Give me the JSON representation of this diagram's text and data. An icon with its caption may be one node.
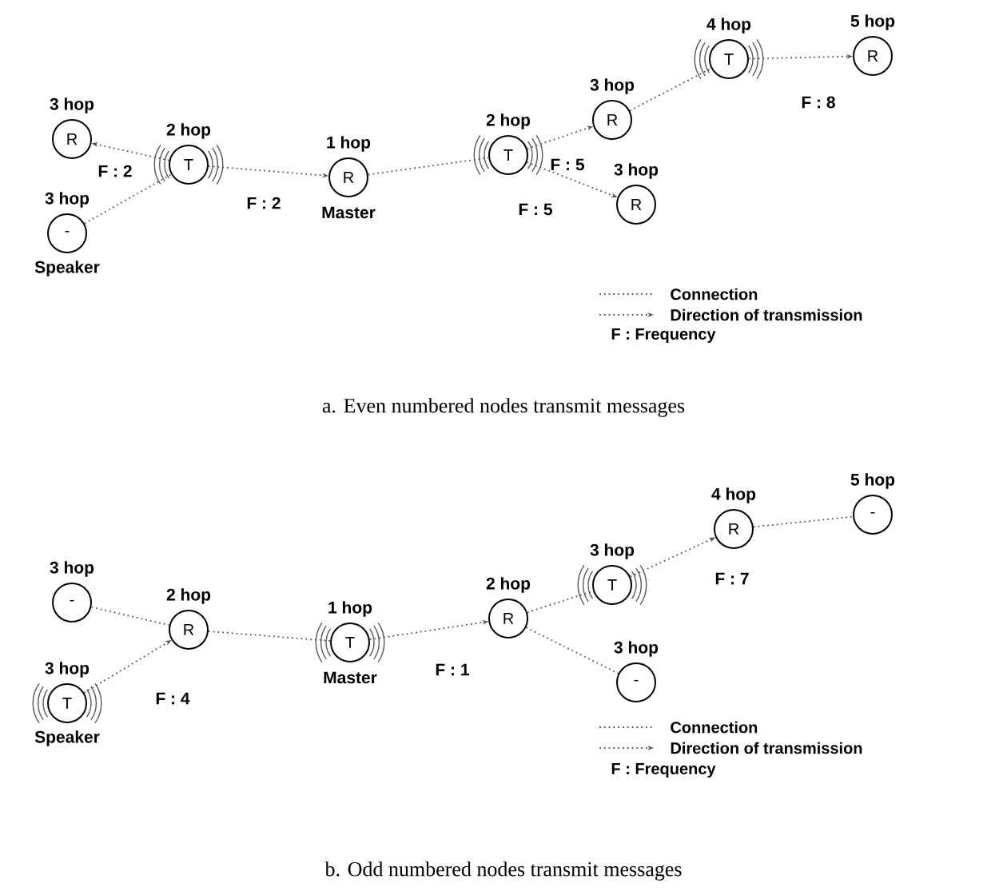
{
  "diagram": {
    "nodes": [
      {
        "text": [
          "3 hop",
          "R"
        ]
      },
      {
        "text": [
          "3 hop",
          "-"
        ],
        "beside": [
          "Speaker"
        ]
      },
      {
        "text": [
          "2 hop",
          "T"
        ]
      },
      {
        "text": [
          "1 hop",
          "R"
        ],
        "beside": [
          "Master"
        ]
      },
      {
        "text": [
          "2 hop",
          "T"
        ]
      },
      {
        "text": [
          "3 hop",
          "R"
        ]
      },
      {
        "text": [
          "3 hop",
          "R"
        ]
      },
      {
        "text": [
          "4 hop",
          "T"
        ]
      },
      {
        "text": [
          "5 hop",
          "R"
        ]
      },
      {
        "text": [
          "3 hop",
          "-"
        ]
      },
      {
        "text": [
          "3 hop",
          "T"
        ],
        "beside": [
          "Speaker"
        ]
      },
      {
        "text": [
          "2 hop",
          "R"
        ]
      },
      {
        "text": [
          "1 hop",
          "T"
        ],
        "beside": [
          "Master"
        ]
      },
      {
        "text": [
          "2 hop",
          "R"
        ]
      },
      {
        "text": [
          "3 hop",
          "T"
        ]
      },
      {
        "text": [
          "3 hop",
          "-"
        ]
      },
      {
        "text": [
          "4 hop",
          "R"
        ]
      },
      {
        "text": [
          "5 hop",
          "-"
        ]
      }
    ],
    "edges": [
      {
        "from": 2,
        "to": 0,
        "arrow": "to"
      },
      {
        "from": 1,
        "to": 2,
        "arrow": "none"
      },
      {
        "from": 2,
        "to": 3,
        "arrow": "to"
      },
      {
        "from": 3,
        "to": 4,
        "arrow": "none"
      },
      {
        "from": 4,
        "to": 5,
        "arrow": "to"
      },
      {
        "from": 4,
        "to": 6,
        "arrow": "to"
      },
      {
        "from": 5,
        "to": 7,
        "arrow": "none"
      },
      {
        "from": 7,
        "to": 8,
        "arrow": "to"
      },
      {
        "from": 9,
        "to": 11,
        "arrow": "none"
      },
      {
        "from": 10,
        "to": 11,
        "arrow": "to"
      },
      {
        "from": 11,
        "to": 12,
        "arrow": "none"
      },
      {
        "from": 12,
        "to": 13,
        "arrow": "to"
      },
      {
        "from": 13,
        "to": 14,
        "arrow": "none"
      },
      {
        "from": 13,
        "to": 15,
        "arrow": "none"
      },
      {
        "from": 14,
        "to": 16,
        "arrow": "to"
      },
      {
        "from": 16,
        "to": 17,
        "arrow": "none"
      }
    ],
    "labels": [
      "F : 2",
      "F : 2",
      "F : 5",
      "F : 5",
      "F : 8",
      "F : Frequency",
      "a. Even numbered nodes transmit messages",
      "F : 4",
      "F : 1",
      "F : 7",
      "F : Frequency",
      "b. Odd numbered nodes transmit messages"
    ],
    "legend": [
      {
        "text": "Connection"
      },
      {
        "text": "Direction of transmission"
      },
      {
        "text": "Connection"
      },
      {
        "text": "Direction of transmission"
      }
    ]
  }
}
